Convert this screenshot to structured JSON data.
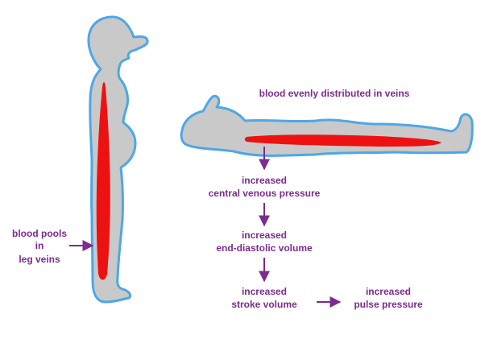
{
  "colors": {
    "body_fill": "#c9c9c9",
    "body_outline": "#4ea7e6",
    "blood": "#ee1111",
    "text_arrow": "#7b2c8e"
  },
  "labels": {
    "blood_pools": [
      "blood pools",
      "in",
      "leg veins"
    ],
    "evenly_distributed": "blood evenly distributed in veins",
    "cvp": [
      "increased",
      "central venous pressure"
    ],
    "edv": [
      "increased",
      "end-diastolic volume"
    ],
    "stroke_volume": [
      "increased",
      "stroke volume"
    ],
    "pulse_pressure": [
      "increased",
      "pulse pressure"
    ]
  }
}
